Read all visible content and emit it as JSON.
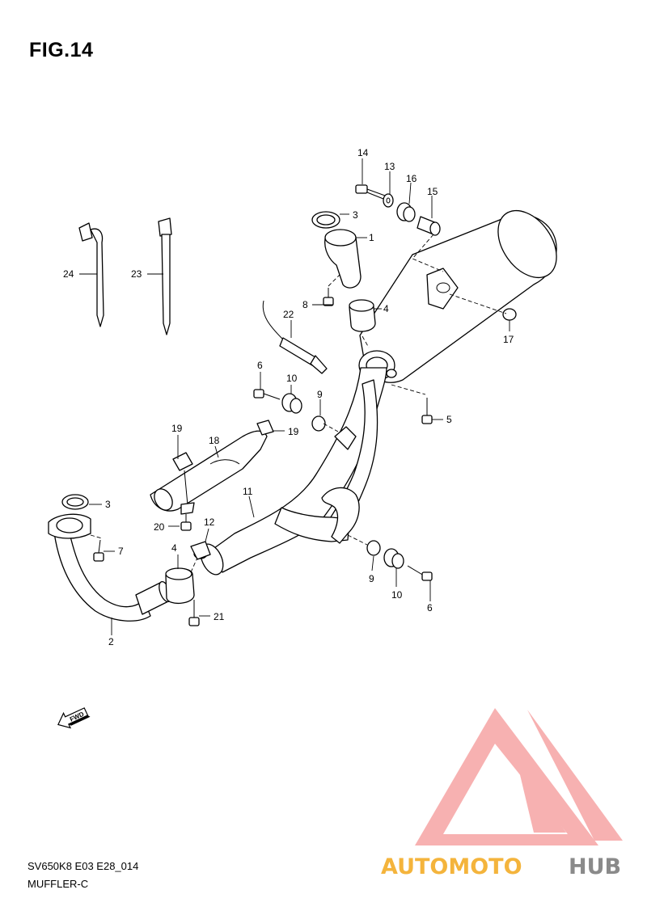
{
  "figure": {
    "title": "FIG.14",
    "model_code": "SV650K8 E03 E28_014",
    "section_name": "MUFFLER-C"
  },
  "fwd_arrow": {
    "label": "FWD",
    "icon": "fwd-arrow-icon"
  },
  "watermark": {
    "text_part1": "AUTOMOTO",
    "text_part2": "HUB",
    "color_part1": "#f4b43c",
    "color_part2": "#8a8a8a",
    "logo_color": "#f4a0a0"
  },
  "parts": [
    {
      "number": "1"
    },
    {
      "number": "2"
    },
    {
      "number": "3"
    },
    {
      "number": "3"
    },
    {
      "number": "4"
    },
    {
      "number": "4"
    },
    {
      "number": "5"
    },
    {
      "number": "6"
    },
    {
      "number": "6"
    },
    {
      "number": "7"
    },
    {
      "number": "8"
    },
    {
      "number": "9"
    },
    {
      "number": "9"
    },
    {
      "number": "10"
    },
    {
      "number": "10"
    },
    {
      "number": "11"
    },
    {
      "number": "12"
    },
    {
      "number": "13"
    },
    {
      "number": "14"
    },
    {
      "number": "15"
    },
    {
      "number": "16"
    },
    {
      "number": "17"
    },
    {
      "number": "18"
    },
    {
      "number": "19"
    },
    {
      "number": "19"
    },
    {
      "number": "20"
    },
    {
      "number": "21"
    },
    {
      "number": "22"
    },
    {
      "number": "23"
    },
    {
      "number": "24"
    }
  ]
}
